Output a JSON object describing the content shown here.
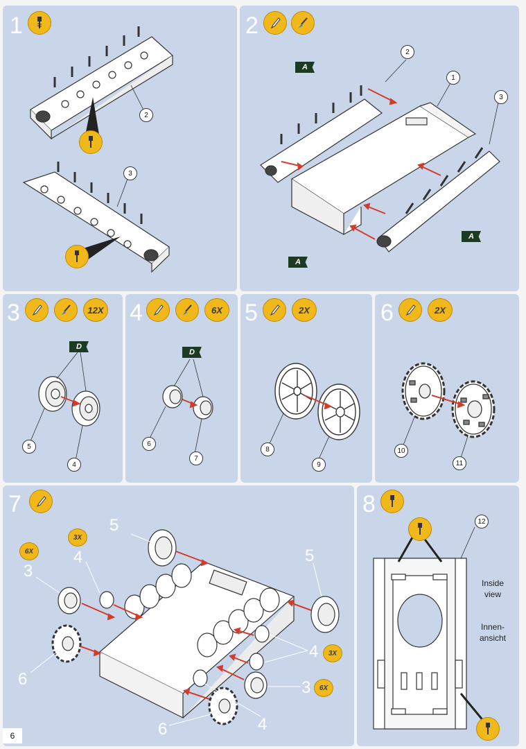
{
  "page_number": "6",
  "colors": {
    "panel": "#c9d6ea",
    "badge": "#f0b81a",
    "arrow": "#d23c2c",
    "flag": "#1d3a22"
  },
  "steps": [
    {
      "number": "1",
      "icons": [
        "drill-icon"
      ],
      "callouts": [
        "2",
        "3"
      ]
    },
    {
      "number": "2",
      "icons": [
        "glue-icon",
        "paint-brush-icon"
      ],
      "callouts": [
        "1",
        "2",
        "3"
      ],
      "color_flags": [
        "A",
        "A",
        "A"
      ]
    },
    {
      "number": "3",
      "icons": [
        "glue-icon",
        "paint-brush-icon"
      ],
      "quantity": "12X",
      "callouts": [
        "5",
        "4"
      ],
      "color_flags": [
        "D"
      ]
    },
    {
      "number": "4",
      "icons": [
        "glue-icon",
        "paint-brush-icon"
      ],
      "quantity": "6X",
      "callouts": [
        "6",
        "7"
      ],
      "color_flags": [
        "D"
      ]
    },
    {
      "number": "5",
      "icons": [
        "glue-icon"
      ],
      "quantity": "2X",
      "callouts": [
        "8",
        "9"
      ]
    },
    {
      "number": "6",
      "icons": [
        "glue-icon"
      ],
      "quantity": "2X",
      "callouts": [
        "10",
        "11"
      ]
    },
    {
      "number": "7",
      "icons": [
        "glue-icon"
      ],
      "quantities": [
        "6X",
        "3X",
        "3X",
        "6X"
      ],
      "part_labels": [
        "5",
        "4",
        "3",
        "5",
        "6",
        "4",
        "3",
        "6",
        "4"
      ]
    },
    {
      "number": "8",
      "icons": [
        "drill-icon"
      ],
      "callouts": [
        "12"
      ],
      "note_en_1": "Inside",
      "note_en_2": "view",
      "note_de_1": "Innen-",
      "note_de_2": "ansicht"
    }
  ]
}
